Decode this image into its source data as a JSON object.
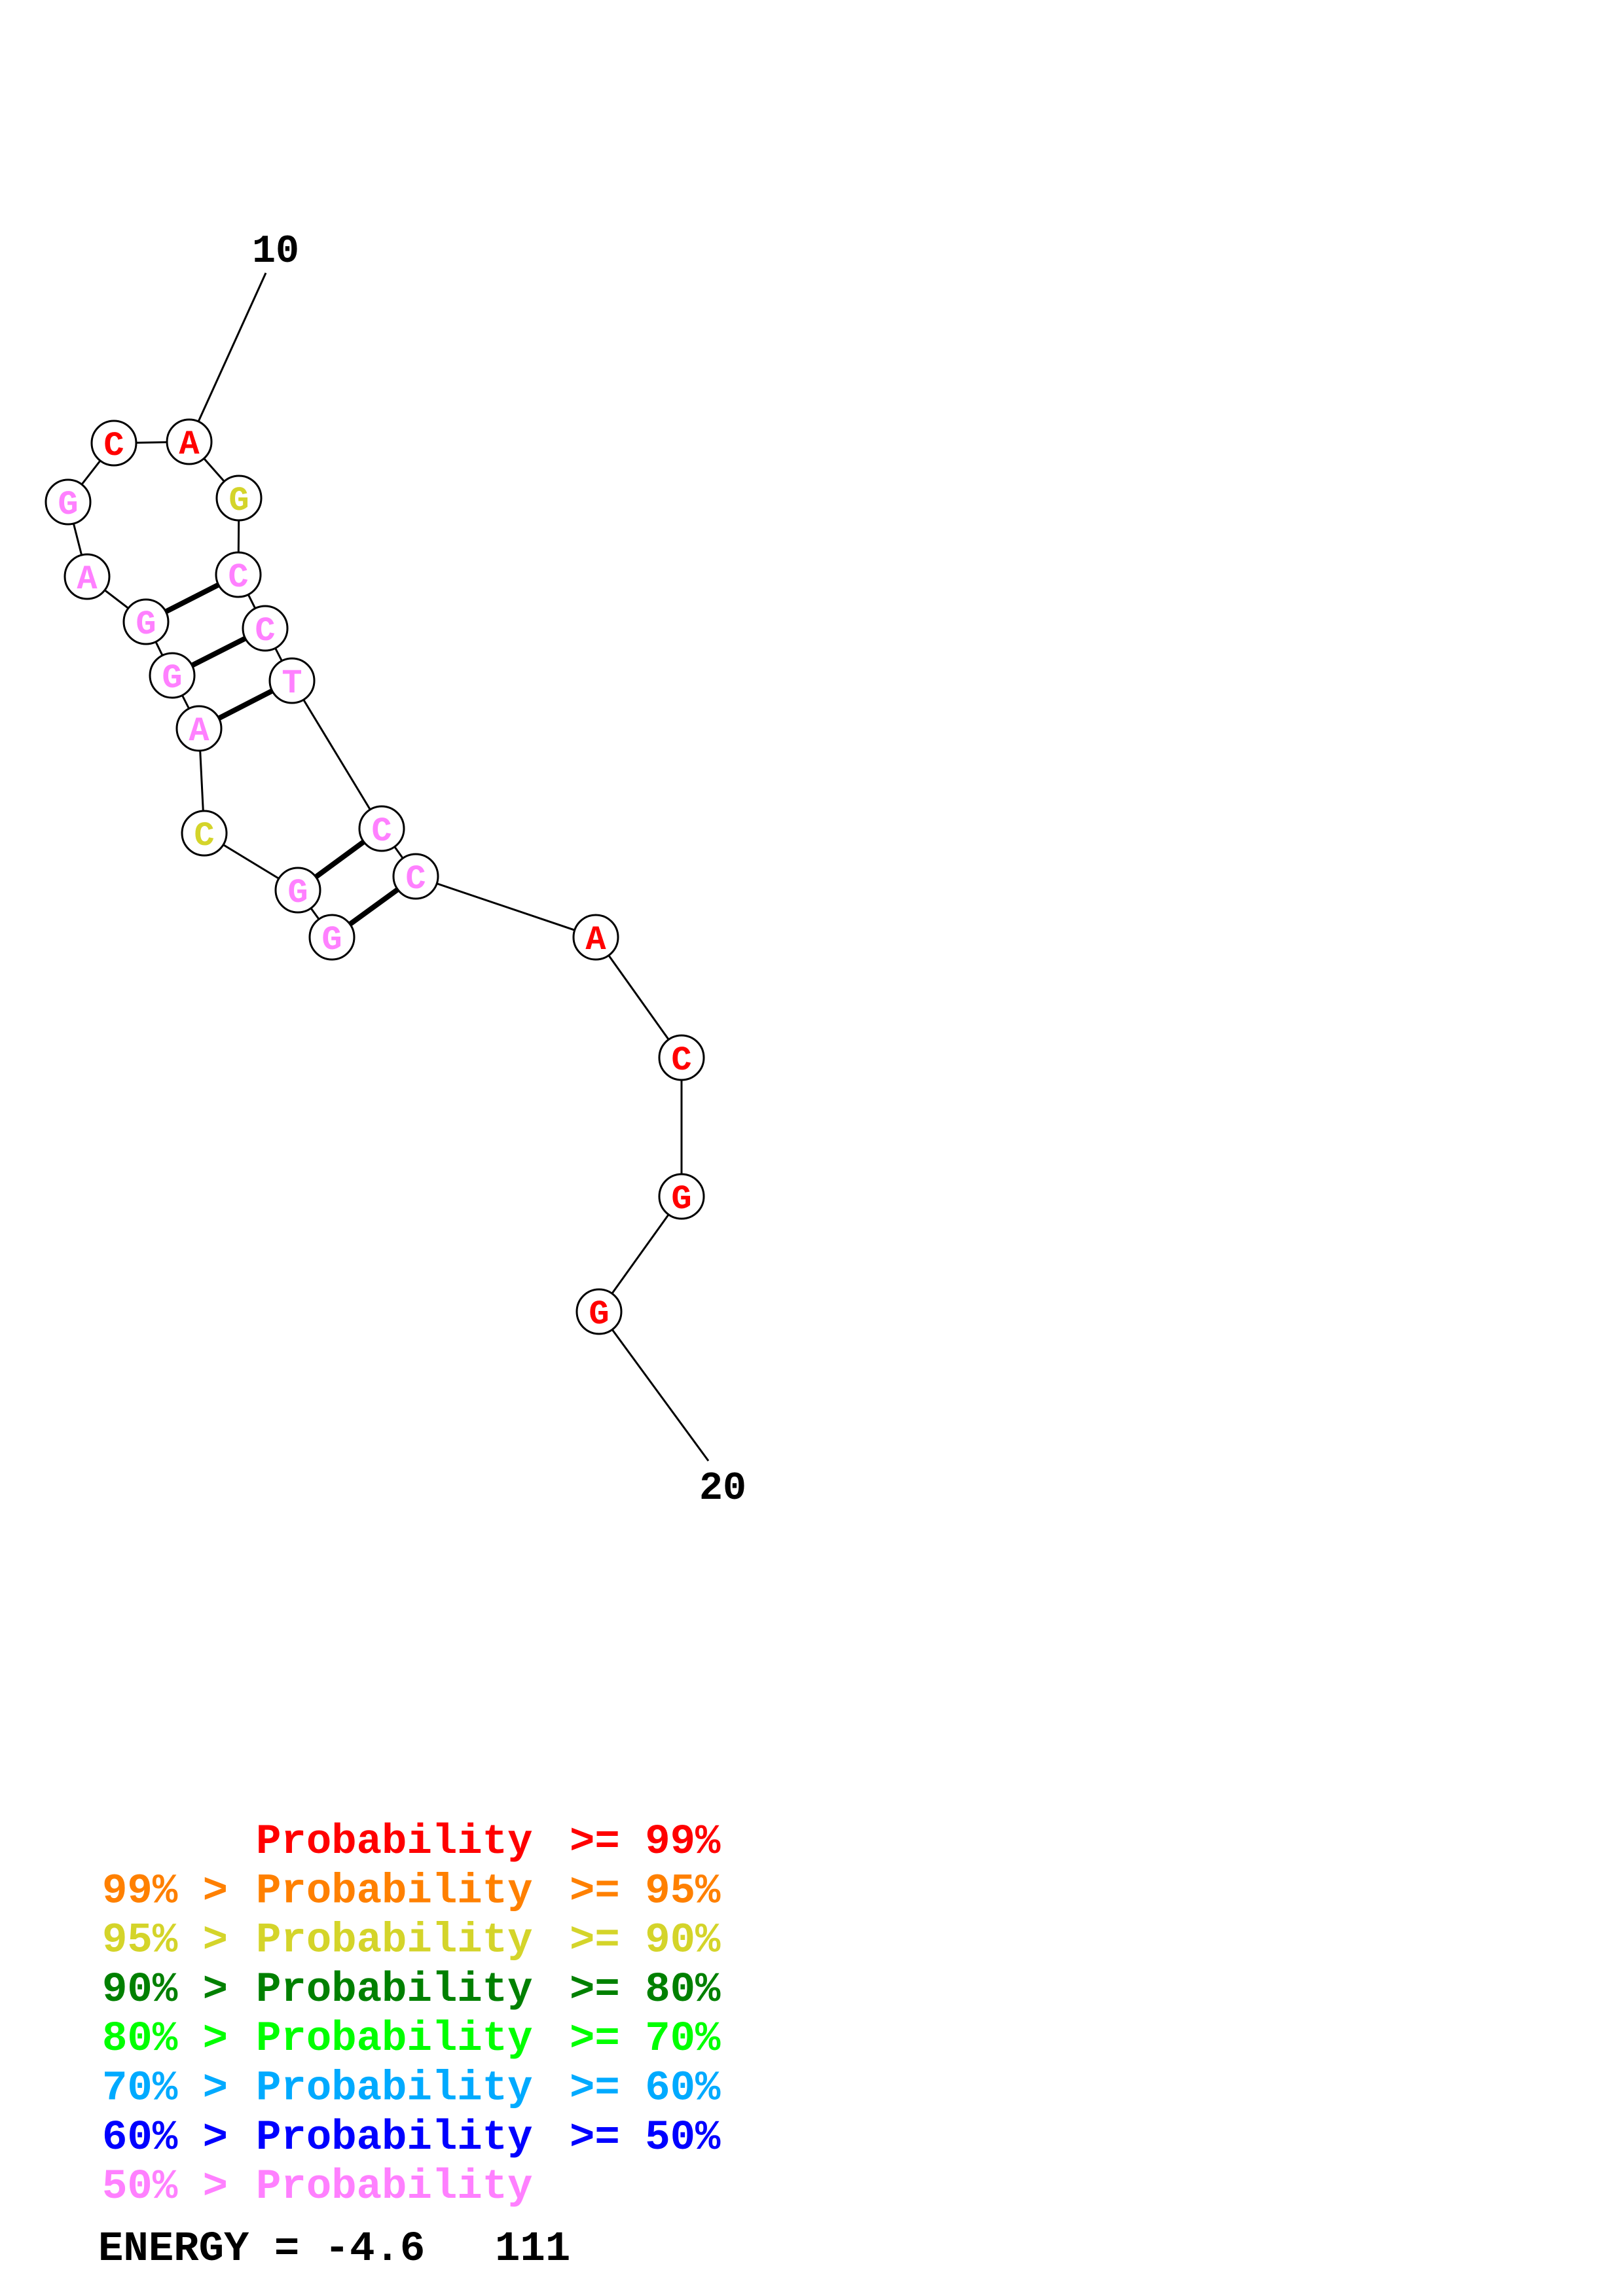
{
  "structure": {
    "start_label": "10",
    "end_label": "20",
    "nucleotides": [
      {
        "id": "n1",
        "base": "A",
        "color": "#ff0000"
      },
      {
        "id": "n2",
        "base": "C",
        "color": "#ff0000"
      },
      {
        "id": "n3",
        "base": "G",
        "color": "#ff80ff"
      },
      {
        "id": "n4",
        "base": "A",
        "color": "#ff80ff"
      },
      {
        "id": "n5",
        "base": "G",
        "color": "#ff80ff"
      },
      {
        "id": "n6",
        "base": "G",
        "color": "#ff80ff"
      },
      {
        "id": "n7",
        "base": "A",
        "color": "#ff80ff"
      },
      {
        "id": "n8",
        "base": "C",
        "color": "#d4d42a"
      },
      {
        "id": "n9",
        "base": "G",
        "color": "#ff80ff"
      },
      {
        "id": "n10",
        "base": "G",
        "color": "#ff80ff"
      },
      {
        "id": "n11",
        "base": "C",
        "color": "#ff80ff"
      },
      {
        "id": "n12",
        "base": "C",
        "color": "#ff80ff"
      },
      {
        "id": "n13",
        "base": "T",
        "color": "#ff80ff"
      },
      {
        "id": "n14",
        "base": "C",
        "color": "#ff80ff"
      },
      {
        "id": "n15",
        "base": "C",
        "color": "#ff80ff"
      },
      {
        "id": "n16",
        "base": "G",
        "color": "#d4d42a"
      },
      {
        "id": "n17",
        "base": "A",
        "color": "#ff0000"
      },
      {
        "id": "n18",
        "base": "C",
        "color": "#ff0000"
      },
      {
        "id": "n19",
        "base": "G",
        "color": "#ff0000"
      },
      {
        "id": "n20",
        "base": "G",
        "color": "#ff0000"
      }
    ],
    "base_pairs": [
      [
        "n5",
        "n15"
      ],
      [
        "n6",
        "n14"
      ],
      [
        "n7",
        "n13"
      ],
      [
        "n9",
        "n12"
      ],
      [
        "n10",
        "n11"
      ]
    ]
  },
  "legend": [
    {
      "prefix": "",
      "label": "Probability",
      "suffix": ">= 99%",
      "color": "#ff0000"
    },
    {
      "prefix": "99% >",
      "label": "Probability",
      "suffix": ">= 95%",
      "color": "#ff8000"
    },
    {
      "prefix": "95% >",
      "label": "Probability",
      "suffix": ">= 90%",
      "color": "#d4d42a"
    },
    {
      "prefix": "90% >",
      "label": "Probability",
      "suffix": ">= 80%",
      "color": "#008000"
    },
    {
      "prefix": "80% >",
      "label": "Probability",
      "suffix": ">= 70%",
      "color": "#00ff00"
    },
    {
      "prefix": "70% >",
      "label": "Probability",
      "suffix": ">= 60%",
      "color": "#00aaff"
    },
    {
      "prefix": "60% >",
      "label": "Probability",
      "suffix": ">= 50%",
      "color": "#0000ff"
    },
    {
      "prefix": "50% >",
      "label": "Probability",
      "suffix": "",
      "color": "#ff80ff"
    }
  ],
  "energy": {
    "label": "ENERGY = -4.6",
    "value": "111"
  }
}
